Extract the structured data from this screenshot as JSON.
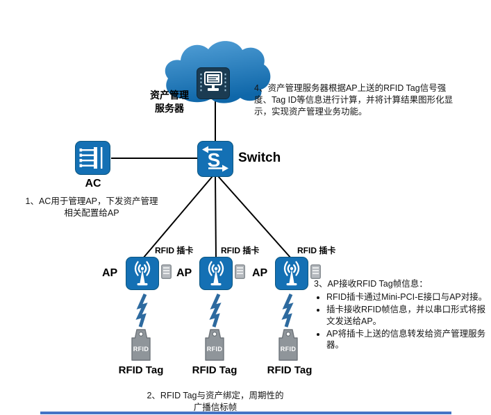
{
  "colors": {
    "icon_blue": "#1470b4",
    "icon_blue_dark": "#0b557f",
    "cloud_top": "#54a1d8",
    "cloud_bottom": "#0f67a9",
    "navy": "#1b3b52",
    "tag_gray": "#8f959a",
    "bolt_blue": "#2d6a9f",
    "line_black": "#000000",
    "accent_bar": "#4473c5"
  },
  "nodes": {
    "server_label_line1": "资产管理",
    "server_label_line2": "服务器",
    "switch_letter": "S",
    "switch_label": "Switch",
    "ac_label": "AC",
    "ap_label": "AP",
    "rfid_card_label": "RFID 插卡",
    "rfid_tag_text": "RFID",
    "rfid_tag_label": "RFID Tag"
  },
  "notes": {
    "note1_line1": "1、AC用于管理AP，下发资产管理",
    "note1_line2": "相关配置给AP",
    "note2_line1": "2、RFID Tag与资产绑定，周期性的",
    "note2_line2": "广播信标帧",
    "note3_title": "3、AP接收RFID Tag帧信息：",
    "note3_bullets": [
      "RFID插卡通过Mini-PCI-E接口与AP对接。",
      "插卡接收RFID帧信息，并以串口形式将报文发送给AP。",
      "AP将插卡上送的信息转发给资产管理服务器。"
    ],
    "note4": "4、资产管理服务器根据AP上送的RFID Tag信号强度、Tag ID等信息进行计算，并将计算结果图形化显示，实现资产管理业务功能。"
  }
}
